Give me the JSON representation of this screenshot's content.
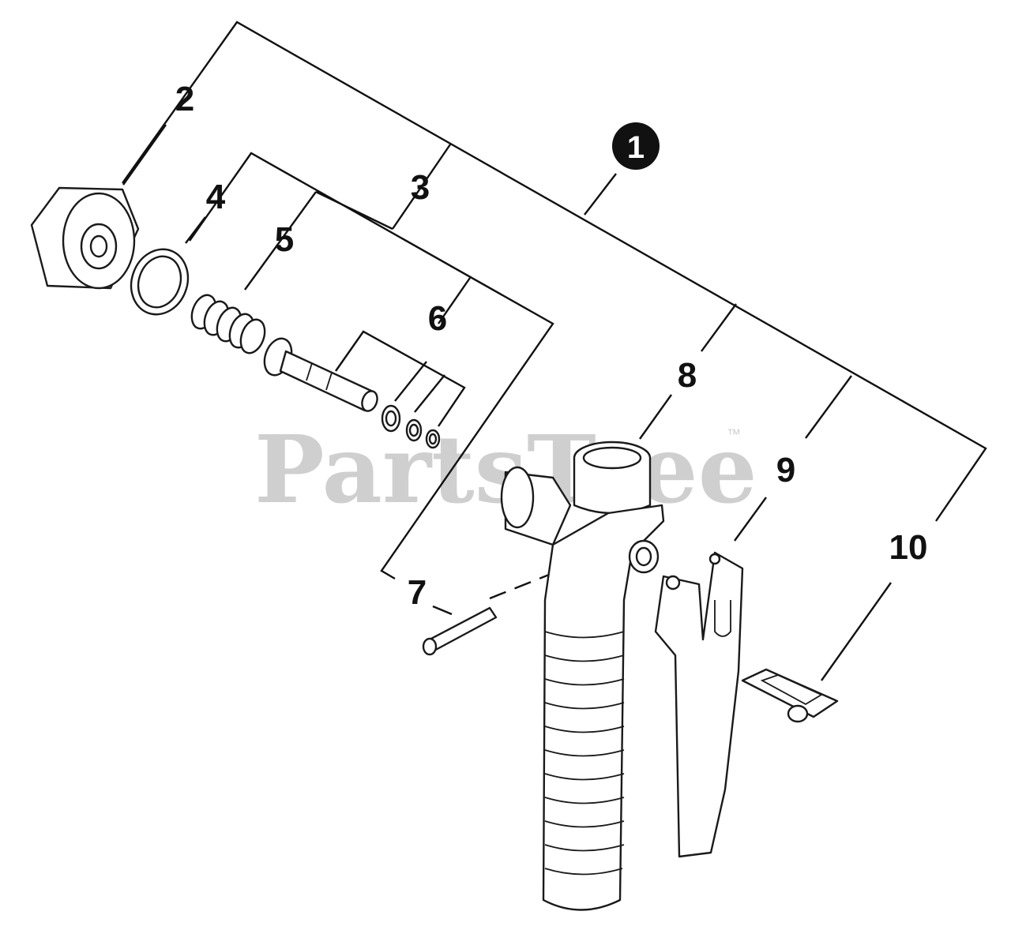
{
  "diagram": {
    "callouts": {
      "c1": "1",
      "c2": "2",
      "c3": "3",
      "c4": "4",
      "c5": "5",
      "c6": "6",
      "c7": "7",
      "c8": "8",
      "c9": "9",
      "c10": "10"
    },
    "watermark": "PartsTree",
    "trademark": "™",
    "colors": {
      "ink": "#111111",
      "watermark": "#cfcfcf",
      "background": "#ffffff"
    }
  }
}
